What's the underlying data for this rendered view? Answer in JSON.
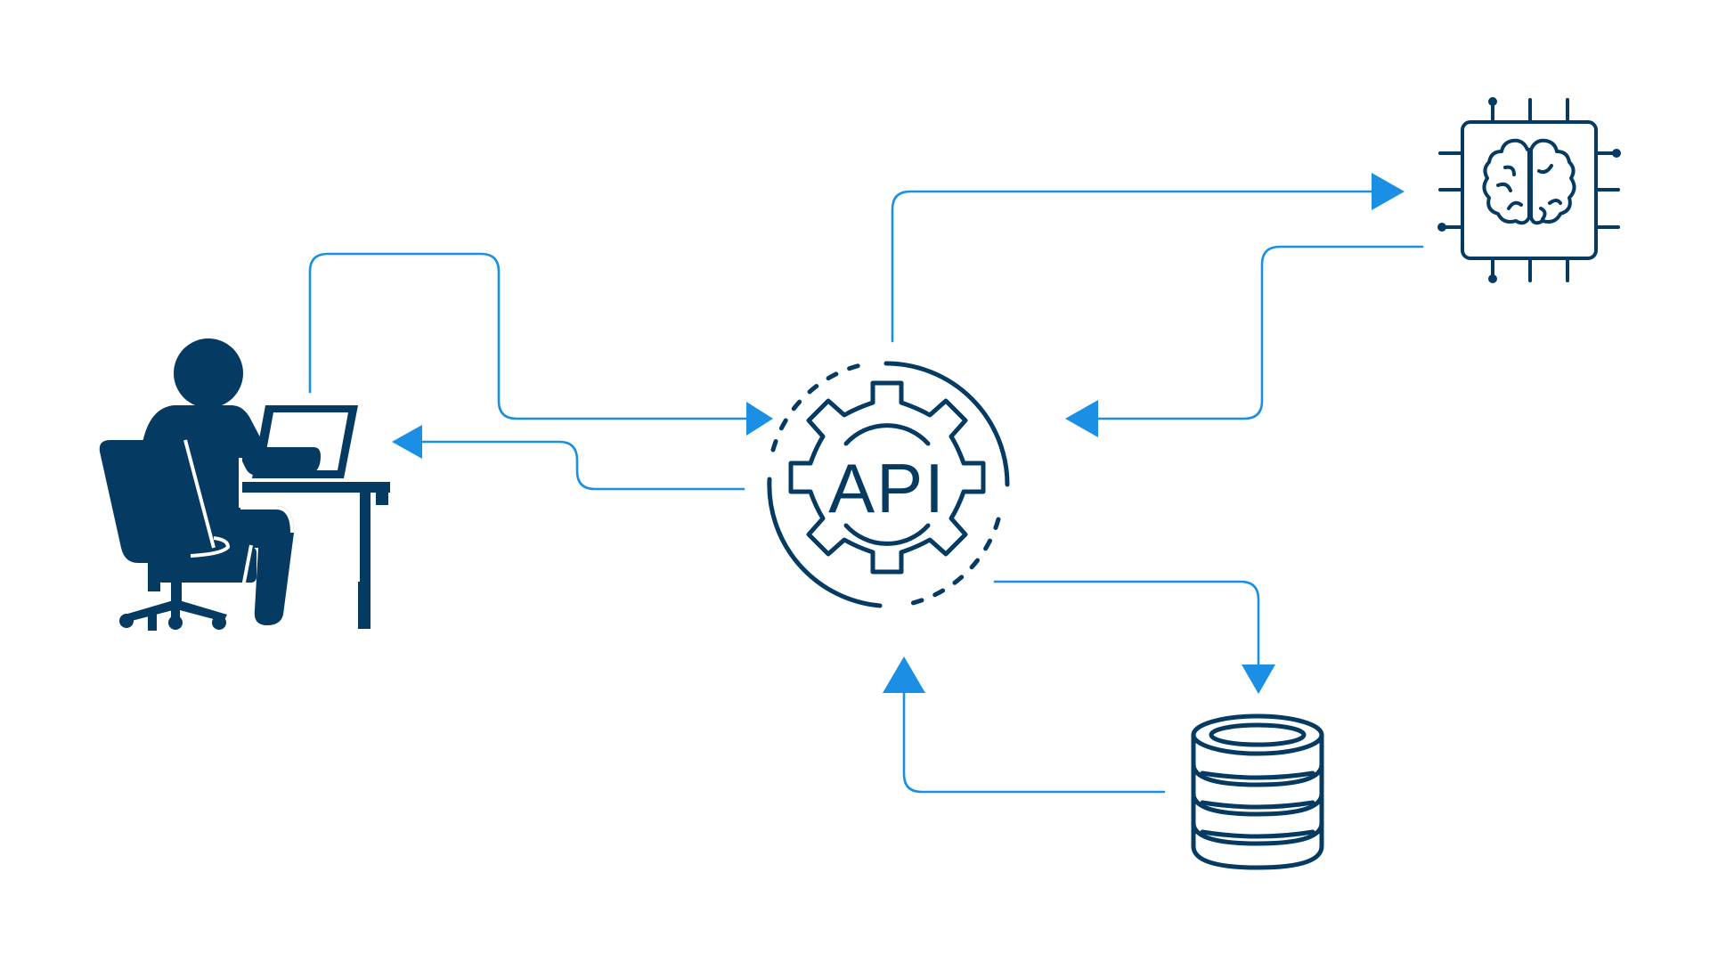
{
  "diagram": {
    "colors": {
      "arrow": "#1a8fe3",
      "icon": "#053b63",
      "background": "#ffffff"
    },
    "nodes": [
      {
        "id": "user",
        "icon": "person-at-computer-icon"
      },
      {
        "id": "api",
        "icon": "api-gear-icon",
        "label": "API"
      },
      {
        "id": "ai",
        "icon": "ai-brain-chip-icon"
      },
      {
        "id": "database",
        "icon": "database-icon"
      }
    ],
    "edges": [
      {
        "from": "user",
        "to": "api"
      },
      {
        "from": "api",
        "to": "user"
      },
      {
        "from": "api",
        "to": "ai"
      },
      {
        "from": "ai",
        "to": "api"
      },
      {
        "from": "api",
        "to": "database"
      },
      {
        "from": "database",
        "to": "api"
      }
    ]
  }
}
